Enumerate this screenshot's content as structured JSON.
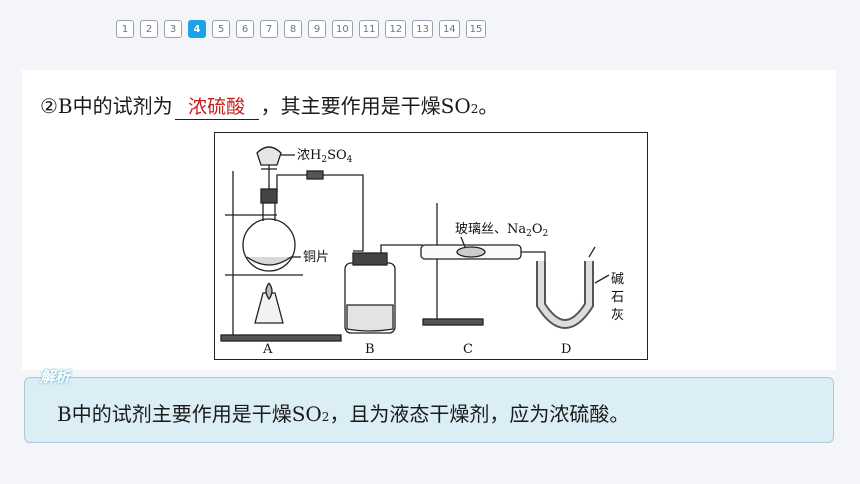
{
  "pager": {
    "pages": [
      "1",
      "2",
      "3",
      "4",
      "5",
      "6",
      "7",
      "8",
      "9",
      "10",
      "11",
      "12",
      "13",
      "14",
      "15"
    ],
    "active": "4"
  },
  "question": {
    "prefix": "②B中的试剂为",
    "answer": "浓硫酸",
    "middle": "，其主要作用是干燥SO",
    "sub": "2",
    "suffix": "。"
  },
  "figure": {
    "reagent_label": "浓H",
    "reagent_sub1": "2",
    "reagent_mid": "SO",
    "reagent_sub2": "4",
    "copper_label": "铜片",
    "tube_label": "玻璃丝、Na",
    "tube_sub1": "2",
    "tube_mid": "O",
    "tube_sub2": "2",
    "lime_label_1": "碱",
    "lime_label_2": "石",
    "lime_label_3": "灰",
    "labels": [
      "A",
      "B",
      "C",
      "D"
    ]
  },
  "solution": {
    "tag": "解析",
    "prefix": "B中的试剂主要作用是干燥SO",
    "sub": "2",
    "suffix": "，且为液态干燥剂，应为浓硫酸。"
  },
  "colors": {
    "accent": "#1aa3e8",
    "answer": "#c8201e",
    "solution_bg": "#dceef5"
  }
}
